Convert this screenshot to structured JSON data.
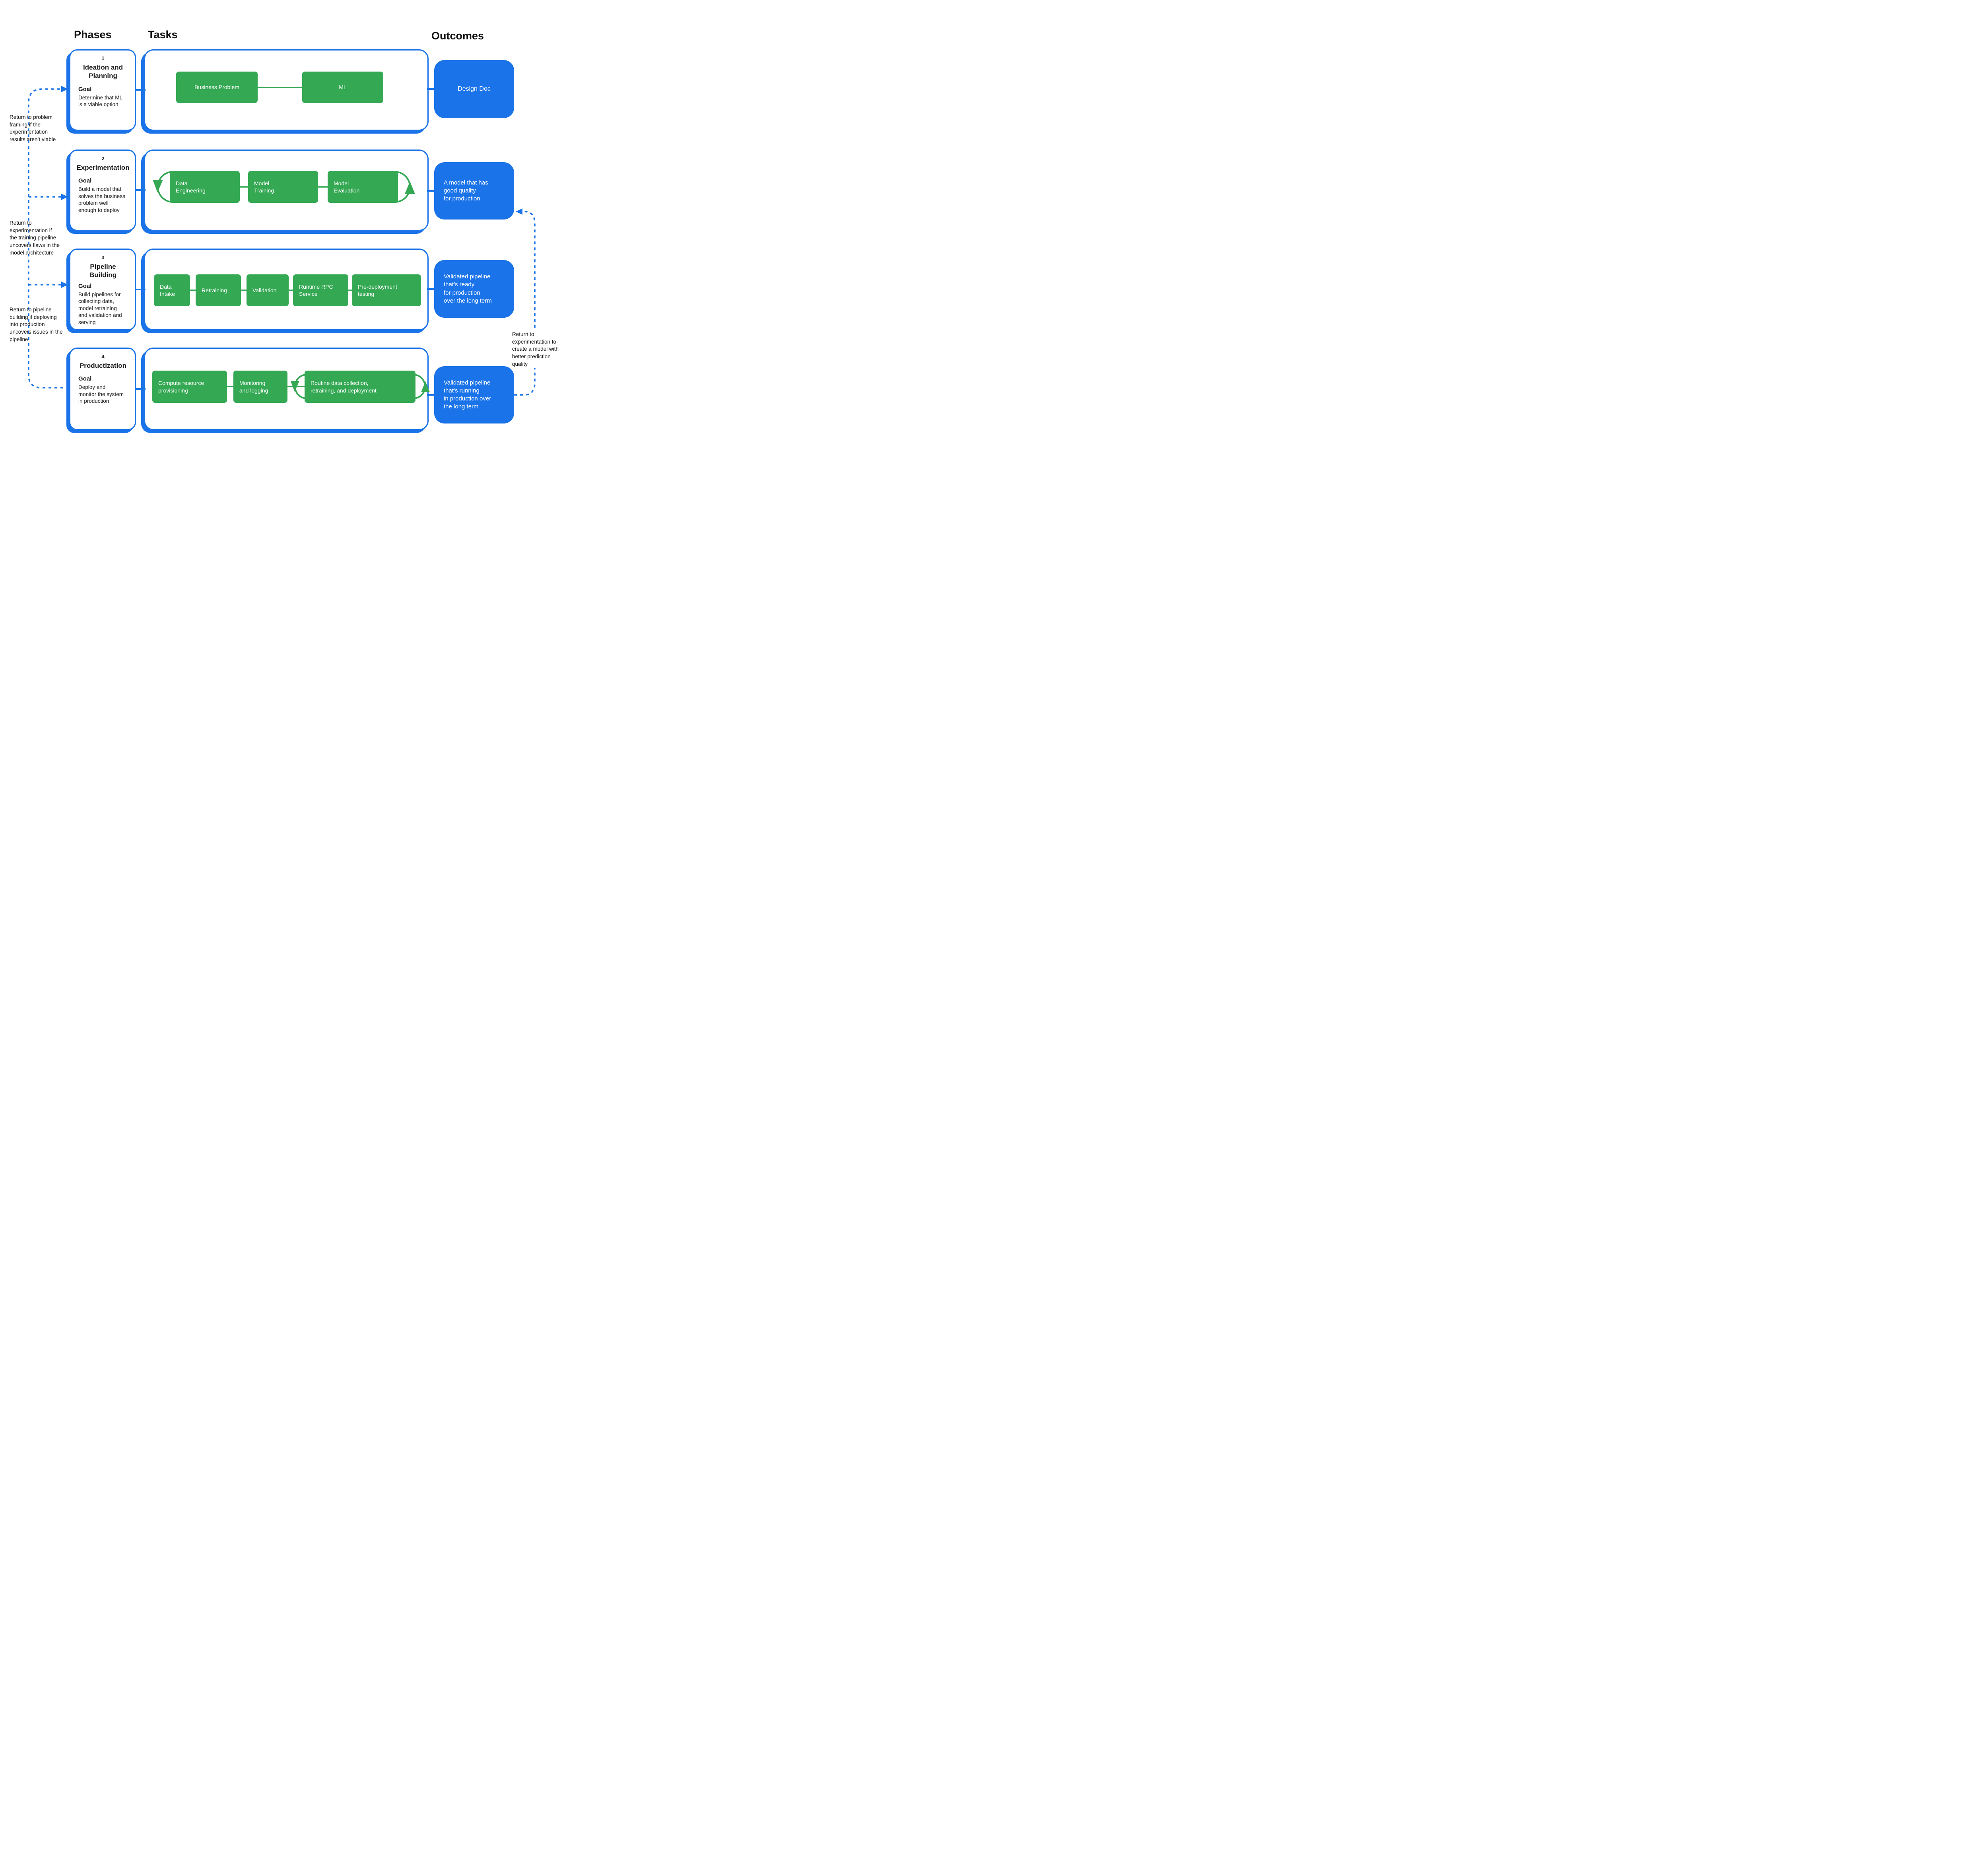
{
  "headers": {
    "phases": "Phases",
    "tasks": "Tasks",
    "outcomes": "Outcomes"
  },
  "phases": [
    {
      "number": "1",
      "title": "Ideation and\nPlanning",
      "goal_label": "Goal",
      "goal_text": "Determine that ML\nis a viable option"
    },
    {
      "number": "2",
      "title": "Experimentation",
      "goal_label": "Goal",
      "goal_text": "Build a model that\nsolves the business\nproblem well\nenough to deploy"
    },
    {
      "number": "3",
      "title": "Pipeline Building",
      "goal_label": "Goal",
      "goal_text": "Build pipelines for\ncollecting data,\nmodel retraining\nand validation and\nserving"
    },
    {
      "number": "4",
      "title": "Productization",
      "goal_label": "Goal",
      "goal_text": "Deploy and\nmonitor the system\nin production"
    }
  ],
  "tasks": {
    "phase1": [
      {
        "label": "Business Problem"
      },
      {
        "label": "ML"
      }
    ],
    "phase2": [
      {
        "label": "Data\nEngineering"
      },
      {
        "label": "Model\nTraining"
      },
      {
        "label": "Model\nEvaluation"
      }
    ],
    "phase3": [
      {
        "label": "Data\nIntake"
      },
      {
        "label": "Retraining"
      },
      {
        "label": "Validation"
      },
      {
        "label": "Runtime RPC\nService"
      },
      {
        "label": "Pre-deployment\ntesting"
      }
    ],
    "phase4": [
      {
        "label": "Compute resource\nprovisioning"
      },
      {
        "label": "Monitoring\nand logging"
      },
      {
        "label": "Routine data collection,\nretraining, and deployment"
      }
    ]
  },
  "outcomes": [
    {
      "label": "Design Doc"
    },
    {
      "label": "A model that has\ngood quality\nfor production"
    },
    {
      "label": "Validated pipeline\nthat’s ready\nfor production\nover the long term"
    },
    {
      "label": "Validated pipeline\nthat’s running\nin production over\nthe long term"
    }
  ],
  "annotations": {
    "left1": "Return to problem\nframing if the\nexperimentation\nresults aren’t viable",
    "left2": "Return to\nexperimentation if\nthe training pipeline\nuncovers flaws in the\nmodel architecture",
    "left3": "Return to pipeline\nbuilding if deploying\ninto production\nuncovers issues in the\npipeline",
    "right": "Return to\nexperimentation to\ncreate a model with\nbetter prediction\nquality"
  },
  "colors": {
    "blue": "#1A73E8",
    "green": "#34A853",
    "text": "#111111",
    "background": "#FFFFFF"
  }
}
